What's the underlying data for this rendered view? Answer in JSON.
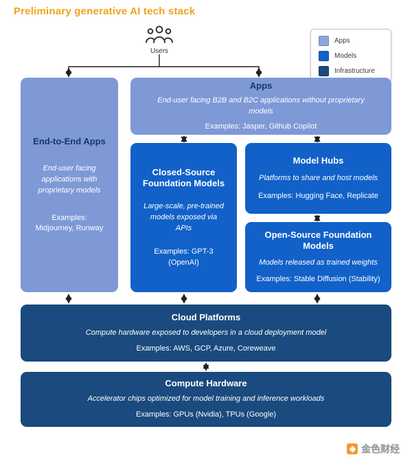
{
  "title": "Preliminary generative AI tech stack",
  "users": {
    "label": "Users"
  },
  "legend": {
    "items": [
      {
        "label": "Apps",
        "color": "#8ba6de"
      },
      {
        "label": "Models",
        "color": "#1161c9"
      },
      {
        "label": "Infrastructure",
        "color": "#1a4a7e"
      }
    ]
  },
  "colors": {
    "apps_box": "#7e99d6",
    "models_box": "#1161c9",
    "infrastructure_box": "#1a4a7e",
    "title_text": "#f0a31d",
    "arrow": "#1f1f1f"
  },
  "boxes": {
    "end_to_end_apps": {
      "title": "End-to-End Apps",
      "description": "End-user facing applications with proprietary models",
      "examples": "Examples: Midjourney, Runway"
    },
    "apps": {
      "title": "Apps",
      "description": "End-user facing B2B and B2C applications without proprietary models",
      "examples": "Examples: Jasper, Github Copilot"
    },
    "closed_source_foundation_models": {
      "title": "Closed-Source Foundation Models",
      "description": "Large-scale, pre-trained models exposed via APIs",
      "examples": "Examples: GPT-3 (OpenAI)"
    },
    "model_hubs": {
      "title": "Model Hubs",
      "description": "Platforms to share and host models",
      "examples": "Examples: Hugging Face, Replicate"
    },
    "open_source_foundation_models": {
      "title": "Open-Source Foundation Models",
      "description": "Models released as trained weights",
      "examples": "Examples: Stable Diffusion (Stability)"
    },
    "cloud_platforms": {
      "title": "Cloud Platforms",
      "description": "Compute hardware exposed to developers in a cloud deployment model",
      "examples": "Examples: AWS, GCP, Azure, Coreweave"
    },
    "compute_hardware": {
      "title": "Compute Hardware",
      "description": "Accelerator chips optimized for model training and inference workloads",
      "examples": "Examples: GPUs (Nvidia), TPUs (Google)"
    }
  },
  "watermark": {
    "text": "金色财经"
  }
}
